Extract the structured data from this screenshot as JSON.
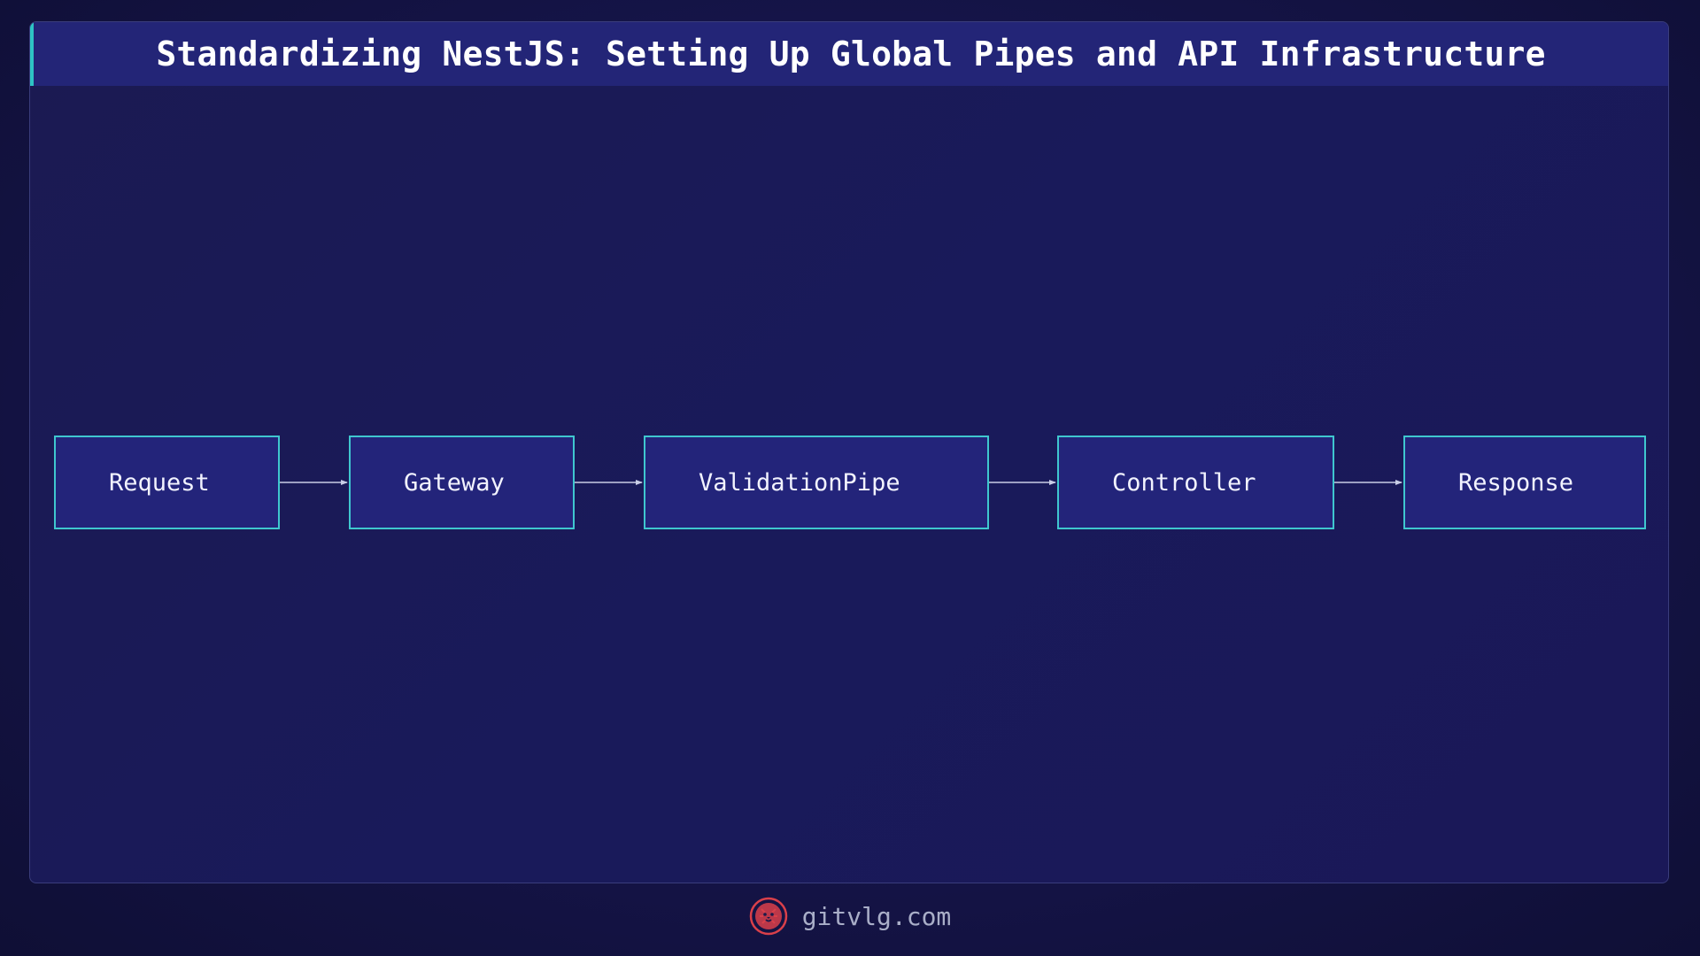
{
  "title": "Standardizing NestJS: Setting Up Global Pipes and API Infrastructure",
  "nodes": [
    {
      "label": "Request"
    },
    {
      "label": "Gateway"
    },
    {
      "label": "ValidationPipe"
    },
    {
      "label": "Controller"
    },
    {
      "label": "Response"
    }
  ],
  "footer": {
    "site": "gitvlg.com",
    "logo_icon": "lion-head-icon"
  },
  "colors": {
    "background": "#151448",
    "title_bar": "#232577",
    "title_accent": "#2ec4c4",
    "node_fill": "#23247a",
    "node_border": "#3fc7cf",
    "arrow": "#c9cde6",
    "logo": "#d9404a"
  }
}
